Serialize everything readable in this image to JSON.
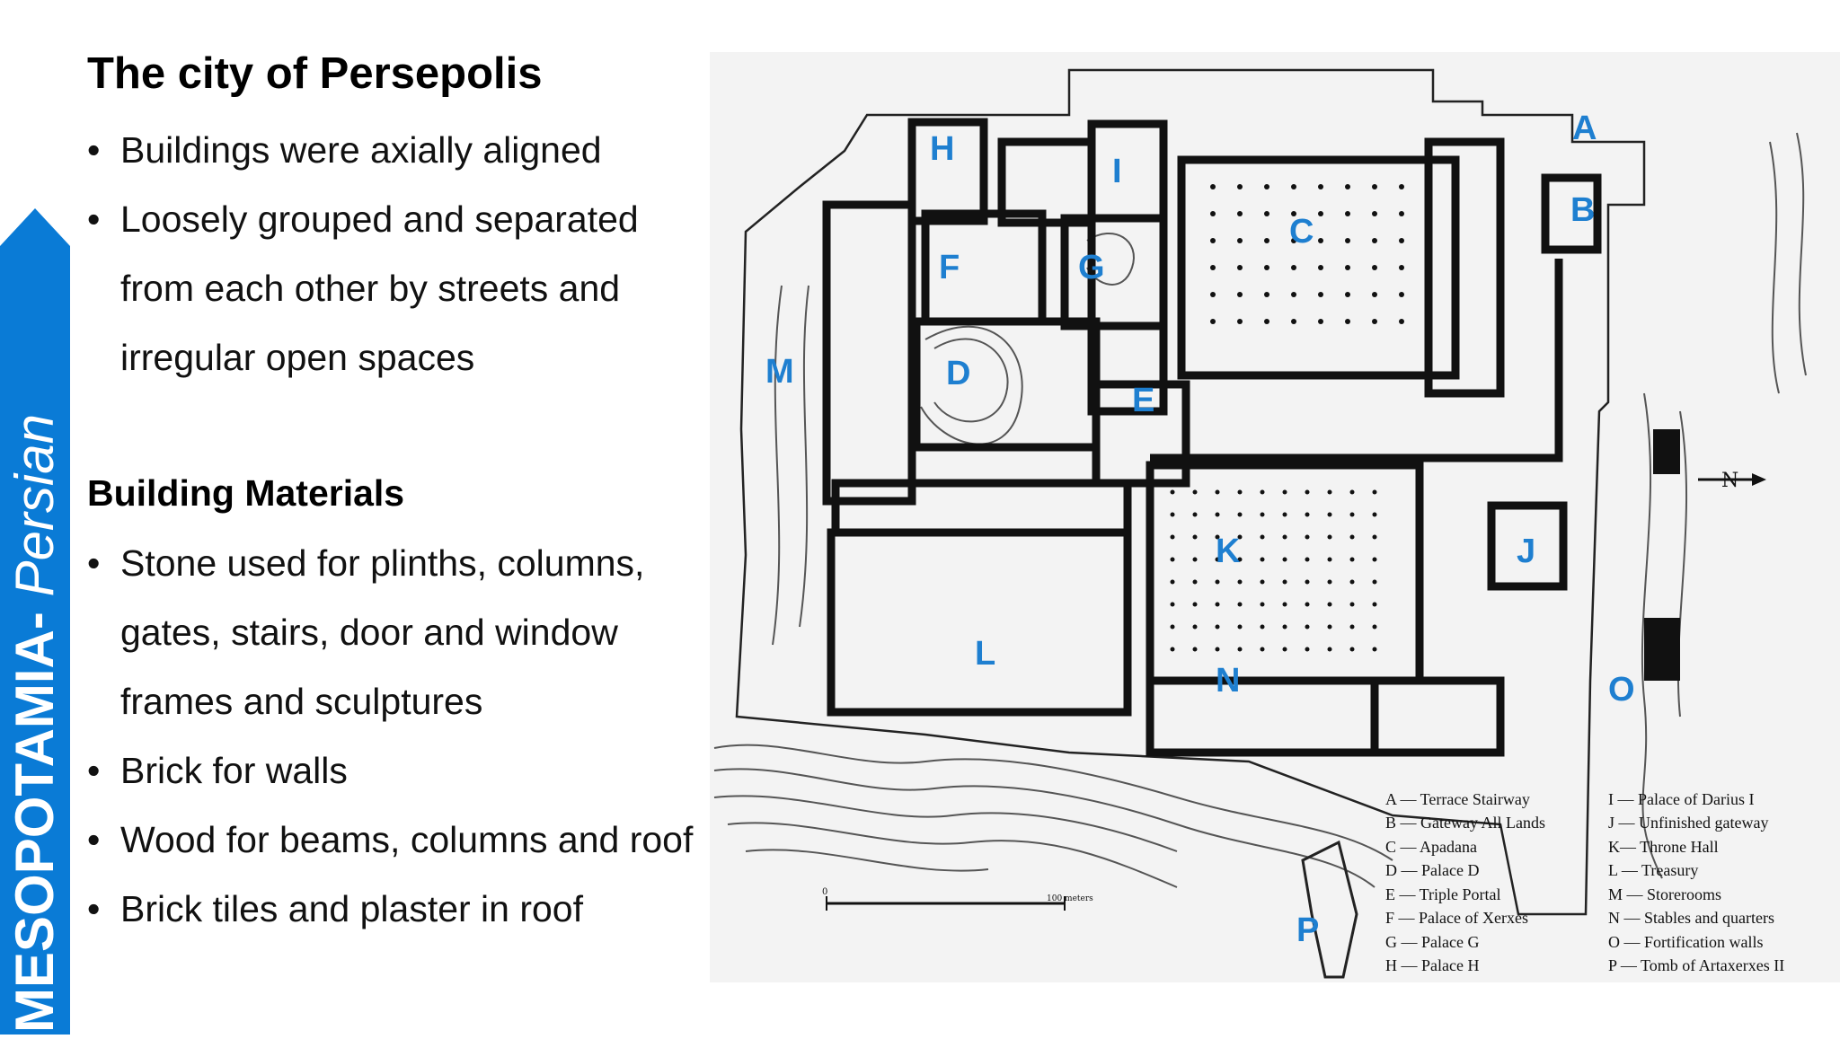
{
  "sidebar": {
    "title_bold": "MESOPOTAMIA-",
    "title_italic": " Persian",
    "color": "#0A7BD6"
  },
  "slide": {
    "title": "The city of Persepolis",
    "bullets_top": [
      "Buildings were axially aligned",
      "Loosely grouped and separated from each other by streets and irregular open spaces"
    ],
    "materials_heading": "Building Materials",
    "bullets_materials": [
      "Stone used for plinths, columns, gates, stairs, door and window frames and sculptures",
      "Brick for walls",
      "Wood for beams, columns and roof",
      "Brick tiles and plaster in roof"
    ]
  },
  "plan": {
    "label_color": "#1E7FD0",
    "labels": [
      "A",
      "B",
      "C",
      "D",
      "E",
      "F",
      "G",
      "H",
      "I",
      "J",
      "K",
      "L",
      "M",
      "N",
      "O",
      "P"
    ],
    "legend_left": [
      "A — Terrace Stairway",
      "B — Gateway All Lands",
      "C — Apadana",
      "D — Palace D",
      "E — Triple Portal",
      "F — Palace of Xerxes",
      "G — Palace G",
      "H — Palace H"
    ],
    "legend_right": [
      "I — Palace of Darius I",
      "J — Unfinished gateway",
      "K— Throne Hall",
      "L — Treasury",
      "M — Storerooms",
      "N — Stables and quarters",
      "O — Fortification walls",
      "P — Tomb of Artaxerxes II"
    ],
    "scale_start": "0",
    "scale_end": "100 meters",
    "north": "N"
  }
}
